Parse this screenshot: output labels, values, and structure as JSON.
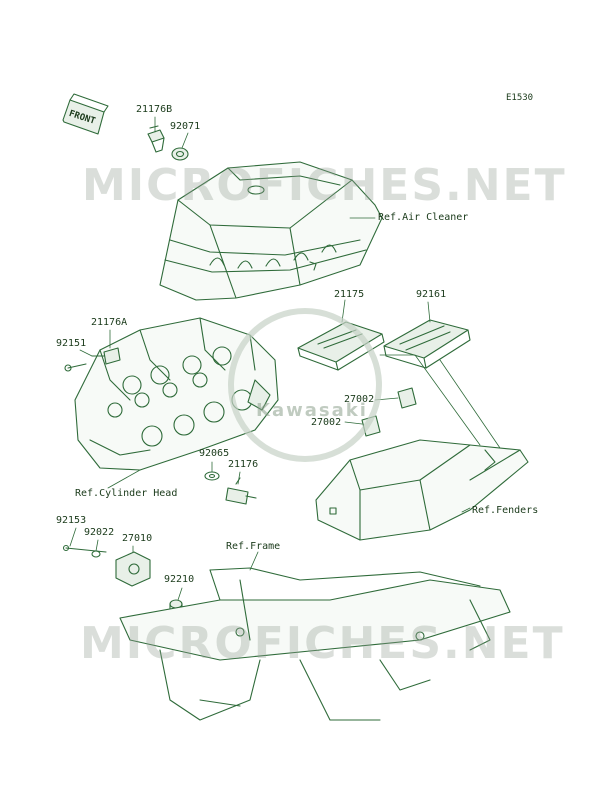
{
  "diagram": {
    "code": "E1530",
    "front_label": "FRONT",
    "watermark_top": "MICROFICHES.NET",
    "watermark_bottom": "MICROFICHES.NET",
    "logo_text": "Kawasaki",
    "colors": {
      "line": "#2f6b3a",
      "fill": "#e8f0e8",
      "text": "#1a3a1a"
    },
    "callouts": {
      "p21176B": "21176B",
      "p92071": "92071",
      "ref_air_cleaner": "Ref.Air Cleaner",
      "p21175": "21175",
      "p92161": "92161",
      "p21176A": "21176A",
      "p92151": "92151",
      "p27002a": "27002",
      "p27002b": "27002",
      "p92065": "92065",
      "p21176": "21176",
      "ref_cylinder_head": "Ref.Cylinder Head",
      "ref_fenders": "Ref.Fenders",
      "p92153": "92153",
      "p92022": "92022",
      "p27010": "27010",
      "ref_frame": "Ref.Frame",
      "p92210": "92210"
    }
  }
}
